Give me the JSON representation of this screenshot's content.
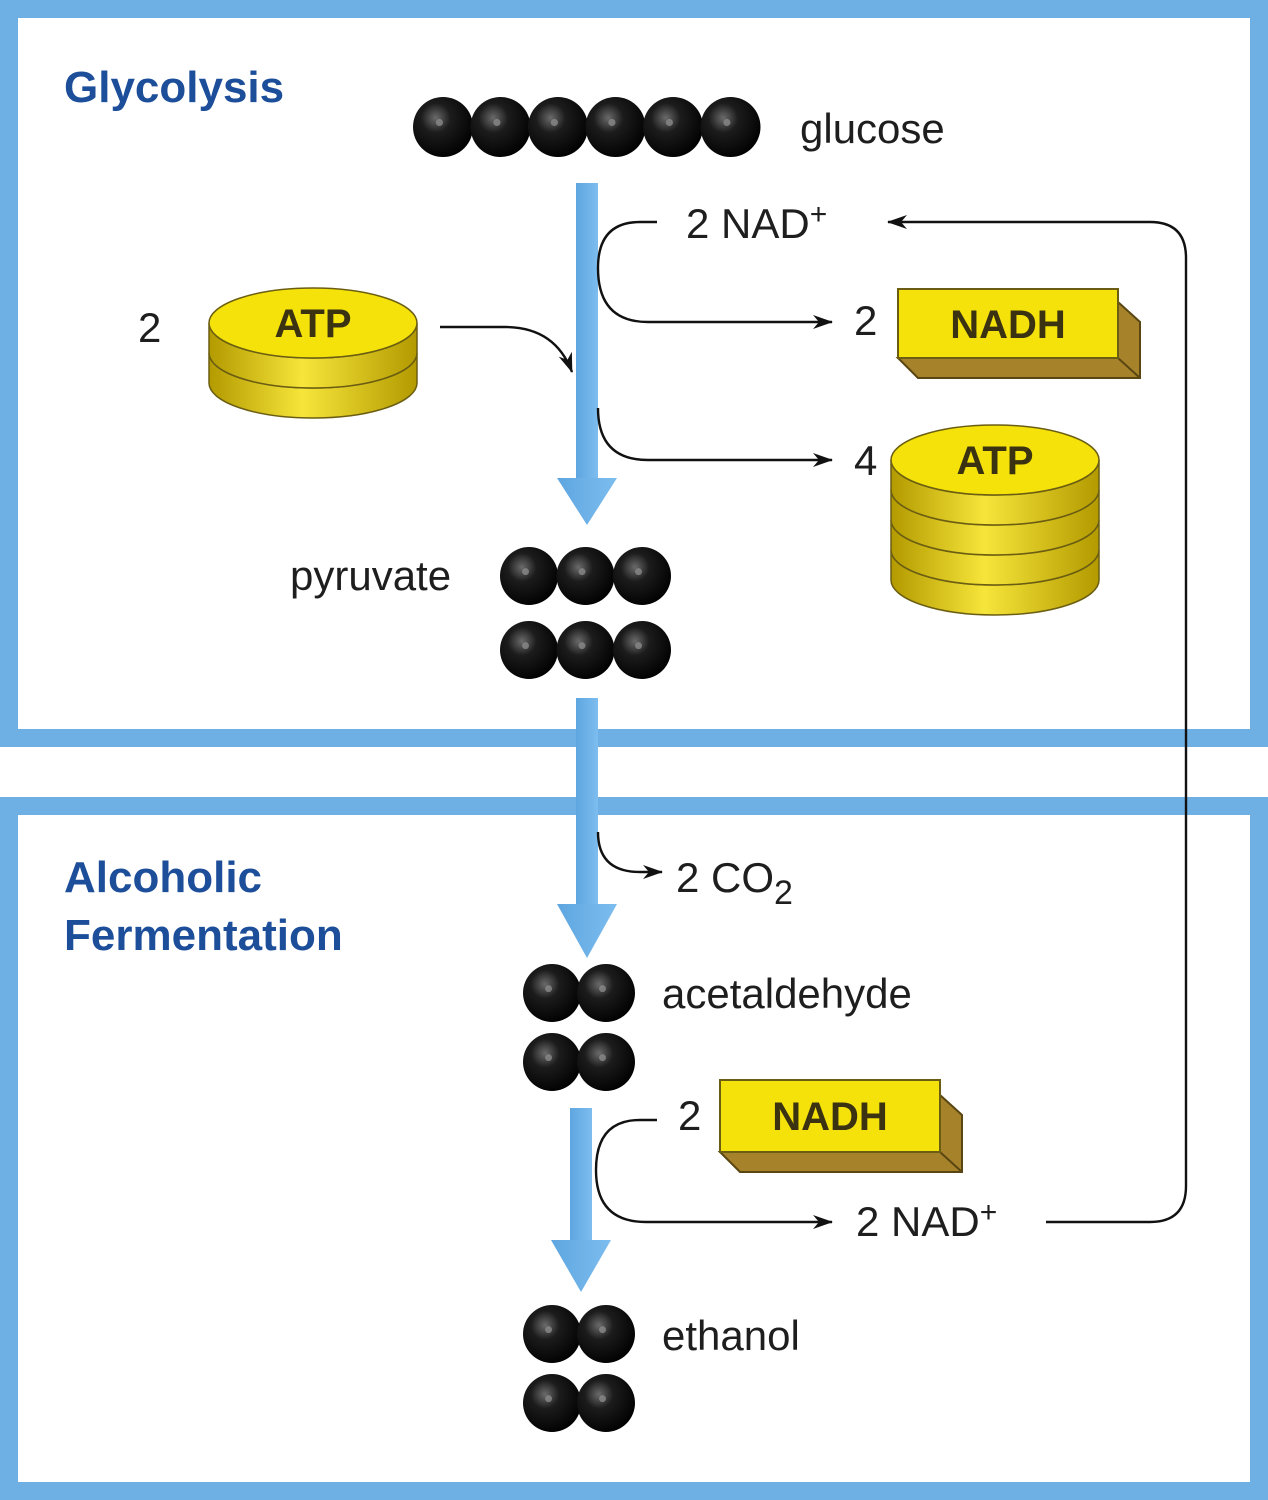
{
  "sections": {
    "glycolysis": {
      "title": "Glycolysis"
    },
    "fermentation": {
      "title_line1": "Alcoholic",
      "title_line2": "Fermentation"
    }
  },
  "molecules": {
    "glucose": "glucose",
    "pyruvate": "pyruvate",
    "acetaldehyde": "acetaldehyde",
    "ethanol": "ethanol"
  },
  "cofactors": {
    "atp_in_count": "2",
    "atp_label": "ATP",
    "atp_out_count": "4",
    "nadh_label": "NADH",
    "nadh_out_count": "2",
    "nadh_in_count": "2",
    "nad_plus_top": "2 NAD",
    "nad_plus_bottom": "2 NAD",
    "plus": "+",
    "co2_prefix": "2 CO",
    "co2_sub": "2"
  },
  "colors": {
    "border_blue": "#6fb0e4",
    "flow_arrow": "#6fb0e4",
    "heading_blue": "#1d4e9a",
    "coin_yellow": "#f4e20a",
    "nadh_shadow": "#a6822a",
    "carbon_ball": "#111111"
  }
}
